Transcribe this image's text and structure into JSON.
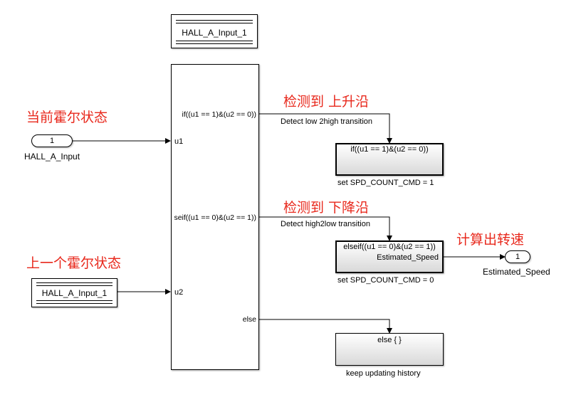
{
  "annotations": {
    "current_hall_state": "当前霍尔状态",
    "previous_hall_state": "上一个霍尔状态",
    "detect_rising_edge": "检测到 上升沿",
    "detect_falling_edge": "检测到 下降沿",
    "compute_speed": "计算出转速"
  },
  "store_top": {
    "label": "HALL_A_Input_1"
  },
  "store_left": {
    "label": "HALL_A_Input_1"
  },
  "inport": {
    "number": "1",
    "name": "HALL_A_Input"
  },
  "outport": {
    "number": "1",
    "name": "Estimated_Speed"
  },
  "if_block": {
    "in1": "u1",
    "in2": "u2",
    "cond1": "if((u1 == 1)&(u2 == 0))",
    "cond2": "seif((u1 == 0)&(u2 == 1))",
    "cond3": "else"
  },
  "signals": {
    "low2high": "Detect low 2high transition",
    "high2low": "Detect high2low transition"
  },
  "action1": {
    "header": "if((u1 == 1)&(u2 == 0))",
    "caption": "set SPD_COUNT_CMD = 1"
  },
  "action2": {
    "header": "elseif((u1 == 0)&(u2 == 1))",
    "port": "Estimated_Speed",
    "caption": "set SPD_COUNT_CMD = 0"
  },
  "action3": {
    "header": "else { }",
    "caption": "keep updating history"
  }
}
